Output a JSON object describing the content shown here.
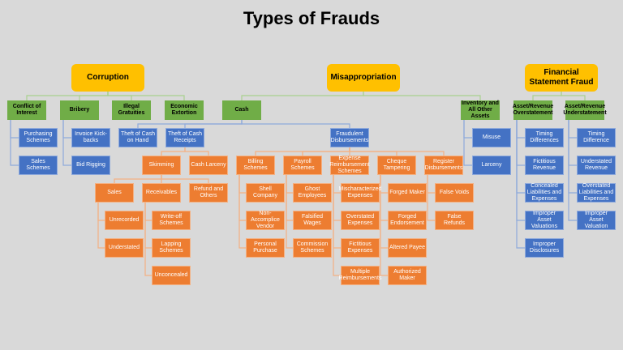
{
  "title": "Types of Frauds",
  "colors": {
    "category": "#ffc000",
    "subcategory": "#70ad47",
    "type": "#4472c4",
    "scheme": "#ed7d31",
    "background": "#d9d9d9"
  },
  "nodes": {
    "corruption": {
      "label": "Corruption",
      "kind": "root"
    },
    "misappropriation": {
      "label": "Misappropriation",
      "kind": "root"
    },
    "fsf": {
      "label": "Financial Statement Fraud",
      "kind": "root"
    },
    "conflict": {
      "label": "Conflict of Interest",
      "kind": "green"
    },
    "bribery": {
      "label": "Bribery",
      "kind": "green"
    },
    "gratuities": {
      "label": "Illegal Gratuities",
      "kind": "green"
    },
    "extortion": {
      "label": "Economic Extortion",
      "kind": "green"
    },
    "cash": {
      "label": "Cash",
      "kind": "green"
    },
    "inventory": {
      "label": "Inventory and All Other Assets",
      "kind": "green"
    },
    "overstatement": {
      "label": "Asset/Revenue Overstatement",
      "kind": "green"
    },
    "understatement": {
      "label": "Asset/Revenue Understatement",
      "kind": "green"
    },
    "purchasing": {
      "label": "Purchasing Schemes",
      "kind": "blue"
    },
    "salesschemes": {
      "label": "Sales Schemes",
      "kind": "blue"
    },
    "kickbacks": {
      "label": "Invoice Kick-backs",
      "kind": "blue"
    },
    "bidrigging": {
      "label": "Bid Rigging",
      "kind": "blue"
    },
    "onhand": {
      "label": "Theft of Cash on Hand",
      "kind": "blue"
    },
    "receipts": {
      "label": "Theft of Cash Receipts",
      "kind": "blue"
    },
    "disbursements": {
      "label": "Fraudulent Disbursements",
      "kind": "blue"
    },
    "misuse": {
      "label": "Misuse",
      "kind": "blue"
    },
    "larceny": {
      "label": "Larceny",
      "kind": "blue"
    },
    "timing1": {
      "label": "Timing Differences",
      "kind": "blue"
    },
    "fictrev": {
      "label": "Fictitious Revenue",
      "kind": "blue"
    },
    "concealed": {
      "label": "Concealed Liabilities and Expenses",
      "kind": "blue"
    },
    "impval1": {
      "label": "Improper Asset Valuations",
      "kind": "blue"
    },
    "impdisc": {
      "label": "Improper Disclosures",
      "kind": "blue"
    },
    "timing2": {
      "label": "Timing Difference",
      "kind": "blue"
    },
    "underrev": {
      "label": "Understated Revenue",
      "kind": "blue"
    },
    "overliab": {
      "label": "Overstated Liabilities and Expenses",
      "kind": "blue"
    },
    "impval2": {
      "label": "Improper Asset Valuation",
      "kind": "blue"
    },
    "skimming": {
      "label": "Skimming",
      "kind": "orange"
    },
    "cashlarceny": {
      "label": "Cash Larceny",
      "kind": "orange"
    },
    "billing": {
      "label": "Billing Schemes",
      "kind": "orange"
    },
    "payroll": {
      "label": "Payroll Schemes",
      "kind": "orange"
    },
    "expense": {
      "label": "Expense Reimbursement Schemes",
      "kind": "orange"
    },
    "cheque": {
      "label": "Cheque Tampering",
      "kind": "orange"
    },
    "register": {
      "label": "Register Disbursements",
      "kind": "orange"
    },
    "sales": {
      "label": "Sales",
      "kind": "orange"
    },
    "receivables": {
      "label": "Receivables",
      "kind": "orange"
    },
    "refund": {
      "label": "Refund and Others",
      "kind": "orange"
    },
    "unrecorded": {
      "label": "Unrecorded",
      "kind": "orange"
    },
    "understated": {
      "label": "Understated",
      "kind": "orange"
    },
    "writeoff": {
      "label": "Write-off Schemes",
      "kind": "orange"
    },
    "lapping": {
      "label": "Lapping Schemes",
      "kind": "orange"
    },
    "unconcealed": {
      "label": "Unconcealed",
      "kind": "orange"
    },
    "shell": {
      "label": "Shell Company",
      "kind": "orange"
    },
    "nonaccomplice": {
      "label": "Non-Accomplice Vendor",
      "kind": "orange"
    },
    "personal": {
      "label": "Personal Purchase",
      "kind": "orange"
    },
    "ghost": {
      "label": "Ghost Employees",
      "kind": "orange"
    },
    "falsified": {
      "label": "Falsified Wages",
      "kind": "orange"
    },
    "commission": {
      "label": "Commission Schemes",
      "kind": "orange"
    },
    "mischar": {
      "label": "Mischaracterized Expenses",
      "kind": "orange"
    },
    "overexp": {
      "label": "Overstated Expenses",
      "kind": "orange"
    },
    "fictexp": {
      "label": "Fictitious Expenses",
      "kind": "orange"
    },
    "multiple": {
      "label": "Multiple Reimbursements",
      "kind": "orange"
    },
    "forgedmaker": {
      "label": "Forged Maker",
      "kind": "orange"
    },
    "forgedend": {
      "label": "Forged Endorsement",
      "kind": "orange"
    },
    "altered": {
      "label": "Altered Payee",
      "kind": "orange"
    },
    "authorized": {
      "label": "Authorized Maker",
      "kind": "orange"
    },
    "voids": {
      "label": "False Voids",
      "kind": "orange"
    },
    "refunds": {
      "label": "False Refunds",
      "kind": "orange"
    }
  },
  "tree": {
    "corruption": [
      "conflict",
      "bribery",
      "gratuities",
      "extortion"
    ],
    "misappropriation": [
      "cash",
      "inventory"
    ],
    "fsf": [
      "overstatement",
      "understatement"
    ],
    "conflict": [
      "purchasing",
      "salesschemes"
    ],
    "bribery": [
      "kickbacks",
      "bidrigging"
    ],
    "cash": [
      "onhand",
      "receipts",
      "disbursements"
    ],
    "inventory": [
      "misuse",
      "larceny"
    ],
    "overstatement": [
      "timing1",
      "fictrev",
      "concealed",
      "impval1",
      "impdisc"
    ],
    "understatement": [
      "timing2",
      "underrev",
      "overliab",
      "impval2"
    ],
    "receipts": [
      "skimming",
      "cashlarceny"
    ],
    "disbursements": [
      "billing",
      "payroll",
      "expense",
      "cheque",
      "register"
    ],
    "skimming": [
      "sales",
      "receivables",
      "refund"
    ],
    "sales": [
      "unrecorded",
      "understated"
    ],
    "receivables": [
      "writeoff",
      "lapping",
      "unconcealed"
    ],
    "billing": [
      "shell",
      "nonaccomplice",
      "personal"
    ],
    "payroll": [
      "ghost",
      "falsified",
      "commission"
    ],
    "expense": [
      "mischar",
      "overexp",
      "fictexp",
      "multiple"
    ],
    "cheque": [
      "forgedmaker",
      "forgedend",
      "altered",
      "authorized"
    ],
    "register": [
      "voids",
      "refunds"
    ]
  }
}
